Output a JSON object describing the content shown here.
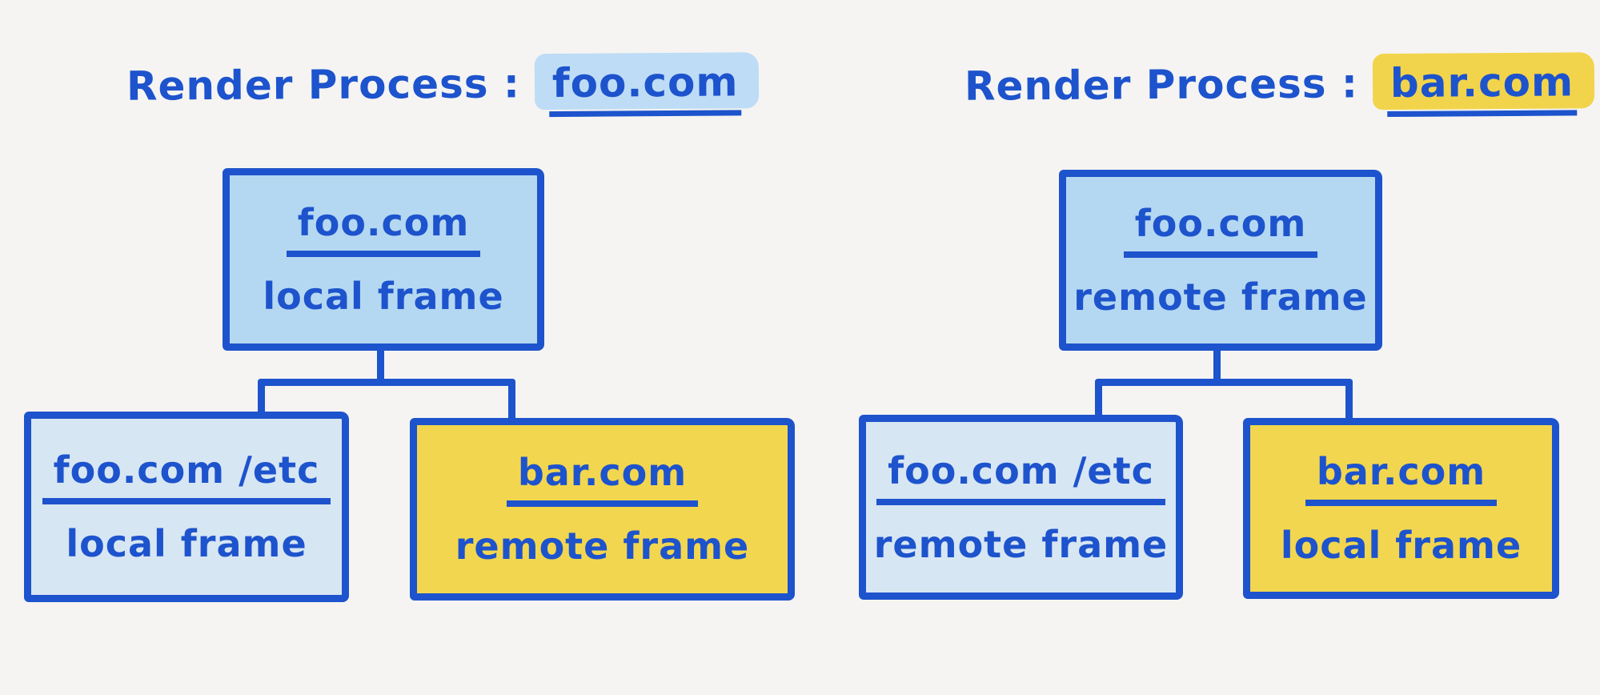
{
  "colors": {
    "background": "#f5f4f2",
    "ink_blue": "#1d53cc",
    "fill_blue": "#b5d8f2",
    "fill_blue_light": "#d7e6f3",
    "fill_yellow": "#f2d64f",
    "highlight_blue": "#bedcf5",
    "highlight_yellow": "#f2d44c"
  },
  "trees": [
    {
      "title": {
        "prefix": "Render Process :",
        "domain": "foo.com",
        "highlight": "blue"
      },
      "root": {
        "domain": "foo.com",
        "frame": "local frame",
        "fill": "blue"
      },
      "children": [
        {
          "domain": "foo.com /etc",
          "frame": "local frame",
          "fill": "blue-light"
        },
        {
          "domain": "bar.com",
          "frame": "remote frame",
          "fill": "yellow"
        }
      ]
    },
    {
      "title": {
        "prefix": "Render Process :",
        "domain": "bar.com",
        "highlight": "yellow"
      },
      "root": {
        "domain": "foo.com",
        "frame": "remote frame",
        "fill": "blue"
      },
      "children": [
        {
          "domain": "foo.com /etc",
          "frame": "remote frame",
          "fill": "blue-light"
        },
        {
          "domain": "bar.com",
          "frame": "local frame",
          "fill": "yellow"
        }
      ]
    }
  ]
}
